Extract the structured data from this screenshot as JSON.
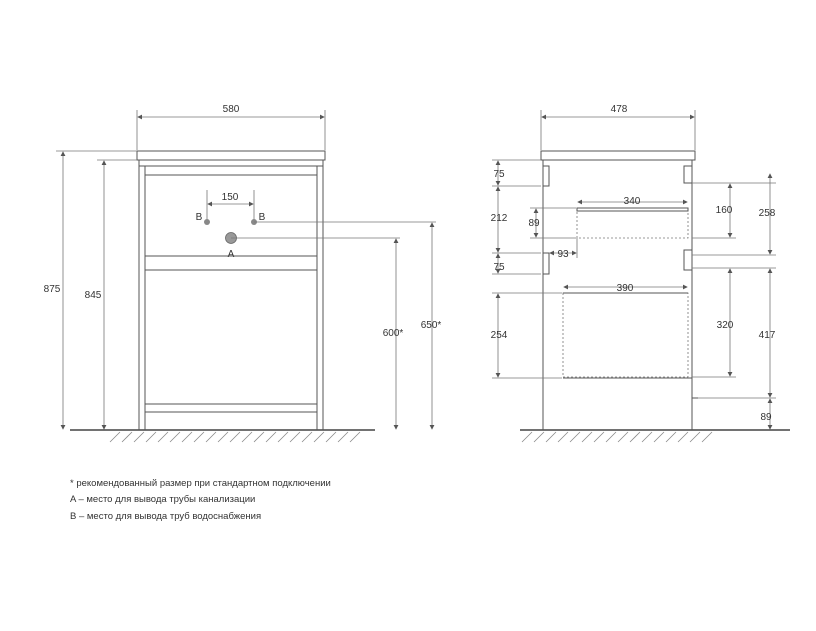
{
  "front_view": {
    "width_label": "580",
    "pipe_spacing_label": "150",
    "pipe_b_left_label": "B",
    "pipe_b_right_label": "B",
    "pipe_a_label": "A",
    "height_total_label": "875",
    "height_body_label": "845",
    "height_pipe_a_label": "600*",
    "height_pipe_b_label": "650*"
  },
  "side_view": {
    "depth_label": "478",
    "top_rail_label": "75",
    "upper_zone_label": "212",
    "upper_drawer_height_label": "89",
    "upper_drawer_depth_label": "340",
    "upper_drawer_offset_label": "93",
    "upper_drawer_box_label": "160",
    "upper_section_label": "258",
    "middle_rail_label": "75",
    "lower_drawer_depth_label": "390",
    "lower_drawer_height_label": "254",
    "lower_drawer_box_label": "320",
    "lower_section_label": "417",
    "plinth_label": "89"
  },
  "notes": [
    "* рекомендованный размер при стандартном подключении",
    "A – место для вывода трубы канализации",
    "B – место для вывода труб водоснабжения"
  ]
}
